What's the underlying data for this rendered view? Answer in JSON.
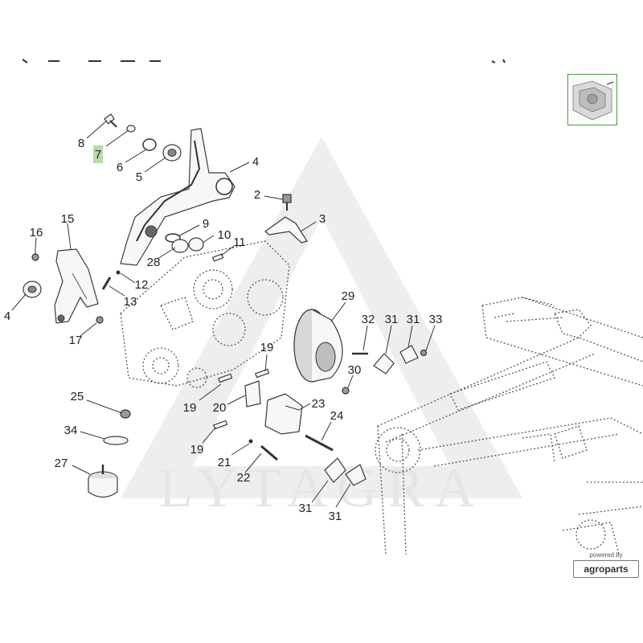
{
  "watermark": "LYTAGRA",
  "highlight_color": "#b8d8a8",
  "callouts": [
    {
      "key": "8",
      "label": "8"
    },
    {
      "key": "7",
      "label": "7",
      "highlighted": true
    },
    {
      "key": "6",
      "label": "6"
    },
    {
      "key": "5",
      "label": "5"
    },
    {
      "key": "4a",
      "label": "4"
    },
    {
      "key": "2",
      "label": "2"
    },
    {
      "key": "3",
      "label": "3"
    },
    {
      "key": "15",
      "label": "15"
    },
    {
      "key": "16",
      "label": "16"
    },
    {
      "key": "9",
      "label": "9"
    },
    {
      "key": "10",
      "label": "10"
    },
    {
      "key": "11",
      "label": "11"
    },
    {
      "key": "28",
      "label": "28"
    },
    {
      "key": "12",
      "label": "12"
    },
    {
      "key": "13",
      "label": "13"
    },
    {
      "key": "4b",
      "label": "4"
    },
    {
      "key": "17",
      "label": "17"
    },
    {
      "key": "29",
      "label": "29"
    },
    {
      "key": "32",
      "label": "32"
    },
    {
      "key": "31a",
      "label": "31"
    },
    {
      "key": "31b",
      "label": "31"
    },
    {
      "key": "33",
      "label": "33"
    },
    {
      "key": "19a",
      "label": "19"
    },
    {
      "key": "30",
      "label": "30"
    },
    {
      "key": "25",
      "label": "25"
    },
    {
      "key": "19b",
      "label": "19"
    },
    {
      "key": "20",
      "label": "20"
    },
    {
      "key": "23",
      "label": "23"
    },
    {
      "key": "24",
      "label": "24"
    },
    {
      "key": "34",
      "label": "34"
    },
    {
      "key": "19c",
      "label": "19"
    },
    {
      "key": "21",
      "label": "21"
    },
    {
      "key": "27",
      "label": "27"
    },
    {
      "key": "22",
      "label": "22"
    },
    {
      "key": "31c",
      "label": "31"
    },
    {
      "key": "31d",
      "label": "31"
    }
  ],
  "badge": {
    "powered_by": "powered by",
    "brand": "agroparts"
  }
}
